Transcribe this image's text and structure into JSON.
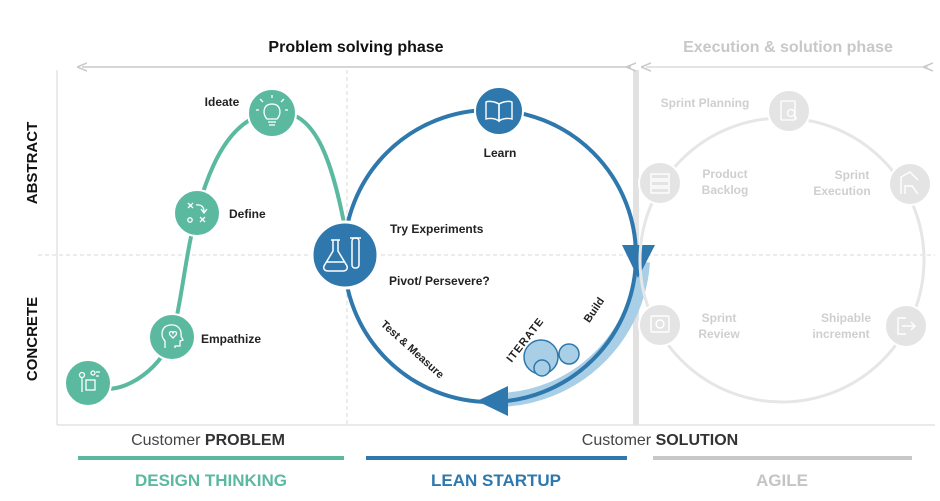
{
  "phases": {
    "problem_solving": "Problem solving phase",
    "execution": "Execution & solution phase"
  },
  "axis": {
    "abstract": "ABSTRACT",
    "concrete": "CONCRETE"
  },
  "design_thinking": {
    "steps": {
      "empathize": "Empathize",
      "define": "Define",
      "ideate": "Ideate"
    }
  },
  "lean_startup": {
    "learn": "Learn",
    "try_experiments": "Try Experiments",
    "pivot": "Pivot/ Persevere?",
    "test_measure": "Test & Measure",
    "iterate": "ITERATE",
    "build": "Build"
  },
  "agile": {
    "sprint_planning": "Sprint Planning",
    "product_backlog": [
      "Product",
      "Backlog"
    ],
    "sprint_execution": [
      "Sprint",
      "Execution"
    ],
    "sprint_review": [
      "Sprint",
      "Review"
    ],
    "shipable_increment": [
      "Shipable",
      "increment"
    ]
  },
  "bottom": {
    "customer_problem_prefix": "Customer ",
    "customer_problem_bold": "PROBLEM",
    "customer_solution_prefix": "Customer ",
    "customer_solution_bold": "SOLUTION",
    "design_thinking": "DESIGN THINKING",
    "lean_startup": "LEAN STARTUP",
    "agile": "AGILE"
  },
  "colors": {
    "teal": "#5bb9a0",
    "blue": "#2e78ad",
    "light_blue": "#a9cfe6",
    "gray": "#d0d0d0",
    "gray_text": "#c6c6c6"
  },
  "icons": {
    "design_start": "people-icon",
    "empathize": "head-heart-icon",
    "define": "strategy-icon",
    "ideate": "lightbulb-icon",
    "learn": "book-icon",
    "experiments": "flask-icon",
    "product_backlog": "stack-icon",
    "sprint_planning": "clipboard-search-icon",
    "sprint_execution": "chart-icon",
    "sprint_review": "review-icon",
    "shipable_increment": "exit-icon"
  }
}
